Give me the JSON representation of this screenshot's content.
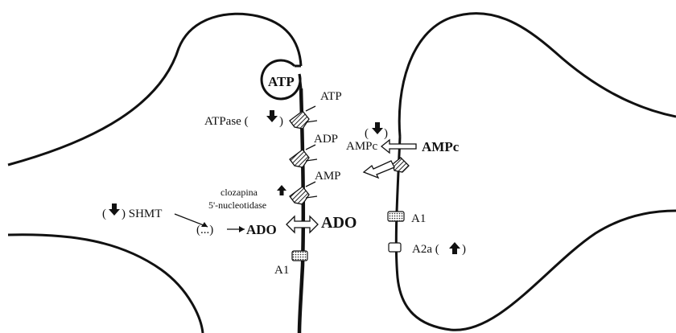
{
  "labels": {
    "atp_vesicle": "ATP",
    "atp_released": "ATP",
    "atpase": "ATPase (",
    "atpase_end": ")",
    "adp": "ADP",
    "amp": "AMP",
    "clozapina": "clozapina",
    "nucleotidase": "5'-nucleotidase",
    "shmt_prefix": "(",
    "shmt_suffix": ") SHMT",
    "ellipsis": "(...)",
    "ado_intra": "ADO",
    "ado_cleft": "ADO",
    "a1_pre": "A1",
    "ampc_post_prefix": "(",
    "ampc_post_suffix": ")",
    "ampc_small": "AMPc",
    "ampc_big": "AMPc",
    "a1_post": "A1",
    "a2a": "A2a (",
    "a2a_end": ")"
  },
  "icons": {
    "down_arrow": "down-arrow-icon",
    "up_arrow": "up-arrow-icon"
  }
}
